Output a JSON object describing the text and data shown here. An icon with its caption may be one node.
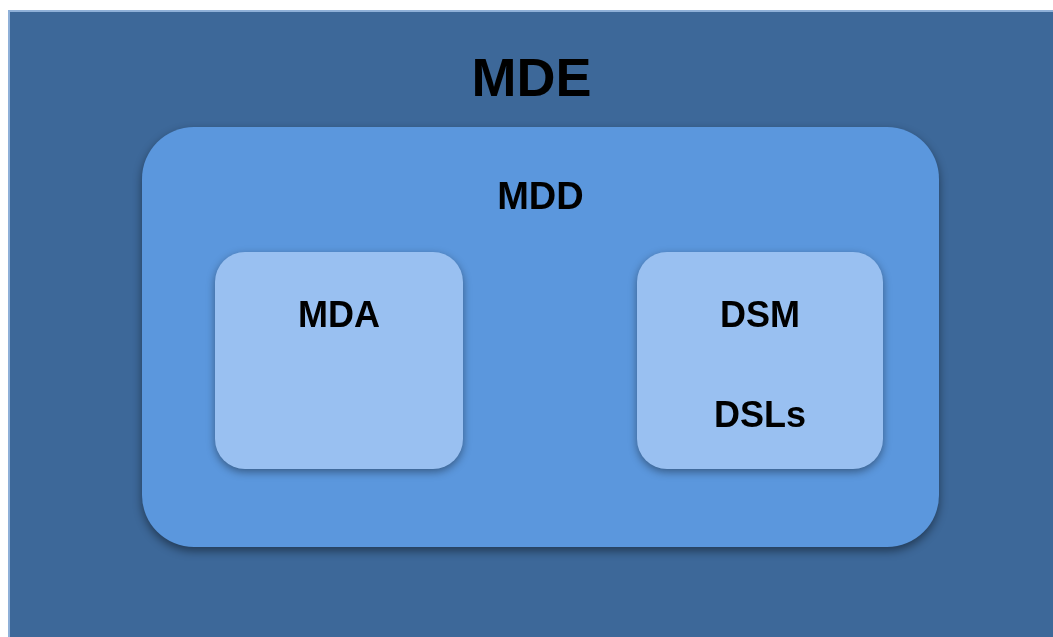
{
  "diagram": {
    "nodes": [
      {
        "text": [
          "MDE"
        ]
      },
      {
        "text": [
          "MDD"
        ],
        "in": 0
      },
      {
        "text": [
          "MDA"
        ],
        "in": 1
      },
      {
        "text": [
          "DSM",
          "DSLs"
        ],
        "in": 1
      }
    ]
  }
}
